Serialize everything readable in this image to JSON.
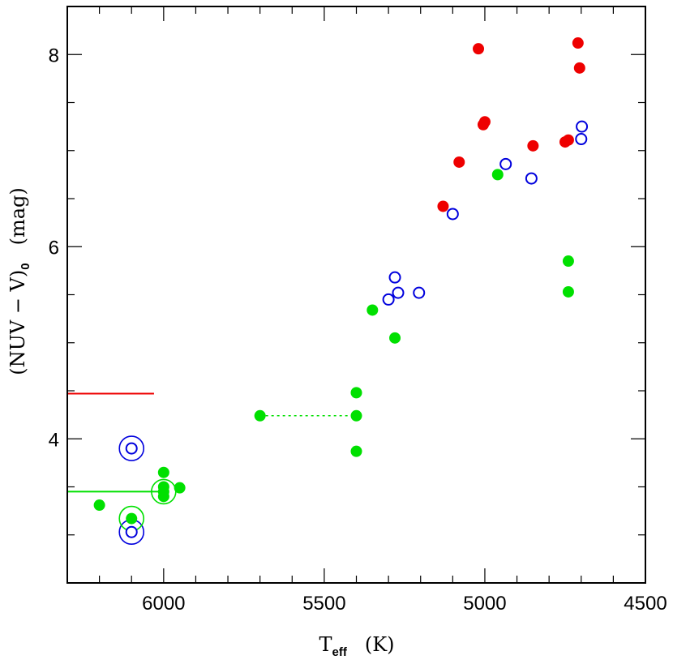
{
  "chart_data": {
    "type": "scatter",
    "xlim": [
      6300,
      4500
    ],
    "ylim": [
      2.5,
      8.5
    ],
    "x_ticks": [
      {
        "value": 6000,
        "label": "6000"
      },
      {
        "value": 5500,
        "label": "5500"
      },
      {
        "value": 5000,
        "label": "5000"
      },
      {
        "value": 4500,
        "label": "4500"
      }
    ],
    "y_ticks": [
      {
        "value": 4,
        "label": "4"
      },
      {
        "value": 6,
        "label": "6"
      },
      {
        "value": 8,
        "label": "8"
      }
    ],
    "x_minor_step": 100,
    "y_minor_step": 0.5,
    "xlabel": {
      "main": "T",
      "sub": "eff",
      "unit": "(K)"
    },
    "ylabel": {
      "main": "(NUV − V)",
      "sub": "0",
      "unit": "(mag)"
    },
    "colors": {
      "red": "#ee0000",
      "blue": "#0000dd",
      "green": "#00e000"
    },
    "series": [
      {
        "marker": "filled-circle",
        "color": "red",
        "points": [
          [
            5130,
            6.42
          ],
          [
            5080,
            6.88
          ],
          [
            5020,
            8.06
          ],
          [
            5005,
            7.27
          ],
          [
            5000,
            7.3
          ],
          [
            4850,
            7.05
          ],
          [
            4750,
            7.09
          ],
          [
            4740,
            7.11
          ],
          [
            4710,
            8.12
          ],
          [
            4705,
            7.86
          ]
        ]
      },
      {
        "marker": "open-circle",
        "color": "blue",
        "points": [
          [
            5100,
            6.34
          ],
          [
            4935,
            6.86
          ],
          [
            4855,
            6.71
          ],
          [
            4700,
            7.12
          ],
          [
            4698,
            7.25
          ],
          [
            5300,
            5.45
          ],
          [
            5280,
            5.68
          ],
          [
            5270,
            5.52
          ],
          [
            5205,
            5.52
          ],
          [
            6100,
            3.9
          ],
          [
            6100,
            3.03
          ]
        ]
      },
      {
        "marker": "filled-circle",
        "color": "green",
        "points": [
          [
            4960,
            6.75
          ],
          [
            4740,
            5.85
          ],
          [
            4740,
            5.53
          ],
          [
            5350,
            5.34
          ],
          [
            5280,
            5.05
          ],
          [
            5400,
            4.48
          ],
          [
            5400,
            4.24
          ],
          [
            5400,
            3.87
          ],
          [
            5700,
            4.24
          ],
          [
            6200,
            3.31
          ],
          [
            6100,
            3.17
          ],
          [
            6000,
            3.65
          ],
          [
            6000,
            3.5
          ],
          [
            6000,
            3.45
          ],
          [
            6000,
            3.4
          ],
          [
            5950,
            3.49
          ]
        ]
      }
    ],
    "ringed_points": [
      {
        "x": 6100,
        "y": 3.9,
        "color": "blue"
      },
      {
        "x": 6100,
        "y": 3.03,
        "color": "blue"
      },
      {
        "x": 6100,
        "y": 3.17,
        "color": "green"
      },
      {
        "x": 6000,
        "y": 3.45,
        "color": "green"
      }
    ],
    "line_segments": [
      {
        "x1": 6300,
        "x2": 6030,
        "y": 4.47,
        "color": "red",
        "style": "solid"
      },
      {
        "x1": 6300,
        "x2": 6000,
        "y": 3.45,
        "color": "green",
        "style": "solid"
      },
      {
        "x1": 5700,
        "x2": 5400,
        "y": 4.24,
        "color": "green",
        "style": "dotted"
      }
    ]
  }
}
